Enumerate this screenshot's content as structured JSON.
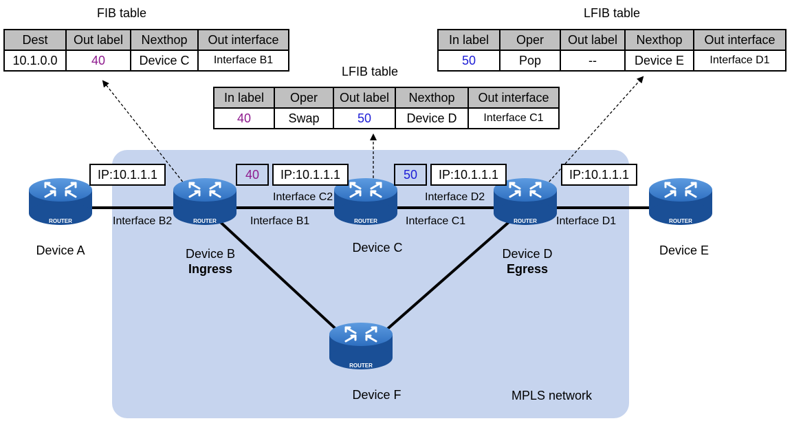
{
  "network_name": "MPLS network",
  "fib_table": {
    "title": "FIB table",
    "headers": [
      "Dest",
      "Out label",
      "Nexthop",
      "Out interface"
    ],
    "row": [
      "10.1.0.0",
      "40",
      "Device C",
      "Interface B1"
    ]
  },
  "lfib_c": {
    "title": "LFIB table",
    "headers": [
      "In label",
      "Oper",
      "Out label",
      "Nexthop",
      "Out interface"
    ],
    "row": [
      "40",
      "Swap",
      "50",
      "Device D",
      "Interface C1"
    ]
  },
  "lfib_d": {
    "title": "LFIB table",
    "headers": [
      "In label",
      "Oper",
      "Out label",
      "Nexthop",
      "Out interface"
    ],
    "row": [
      "50",
      "Pop",
      "--",
      "Device E",
      "Interface D1"
    ]
  },
  "packets": {
    "ab": {
      "ip": "IP:10.1.1.1"
    },
    "bc": {
      "label": "40",
      "ip": "IP:10.1.1.1"
    },
    "cd": {
      "label": "50",
      "ip": "IP:10.1.1.1"
    },
    "de": {
      "ip": "IP:10.1.1.1"
    }
  },
  "interfaces": {
    "b2": "Interface B2",
    "b1": "Interface B1",
    "c2": "Interface C2",
    "c1": "Interface C1",
    "d2": "Interface D2",
    "d1": "Interface D1"
  },
  "devices": {
    "a": {
      "name": "Device A",
      "icon_text": "ROUTER"
    },
    "b": {
      "name": "Device B",
      "role": "Ingress",
      "icon_text": "ROUTER"
    },
    "c": {
      "name": "Device C",
      "icon_text": "ROUTER"
    },
    "d": {
      "name": "Device D",
      "role": "Egress",
      "icon_text": "ROUTER"
    },
    "e": {
      "name": "Device E",
      "icon_text": "ROUTER"
    },
    "f": {
      "name": "Device F",
      "icon_text": "ROUTER"
    }
  },
  "colors": {
    "network_area": "#c6d4ee",
    "router_body": "#1f5ba8",
    "router_top": "#3b7fd0",
    "label_40": "#8e1b8e",
    "label_50": "#1c1cd6"
  }
}
